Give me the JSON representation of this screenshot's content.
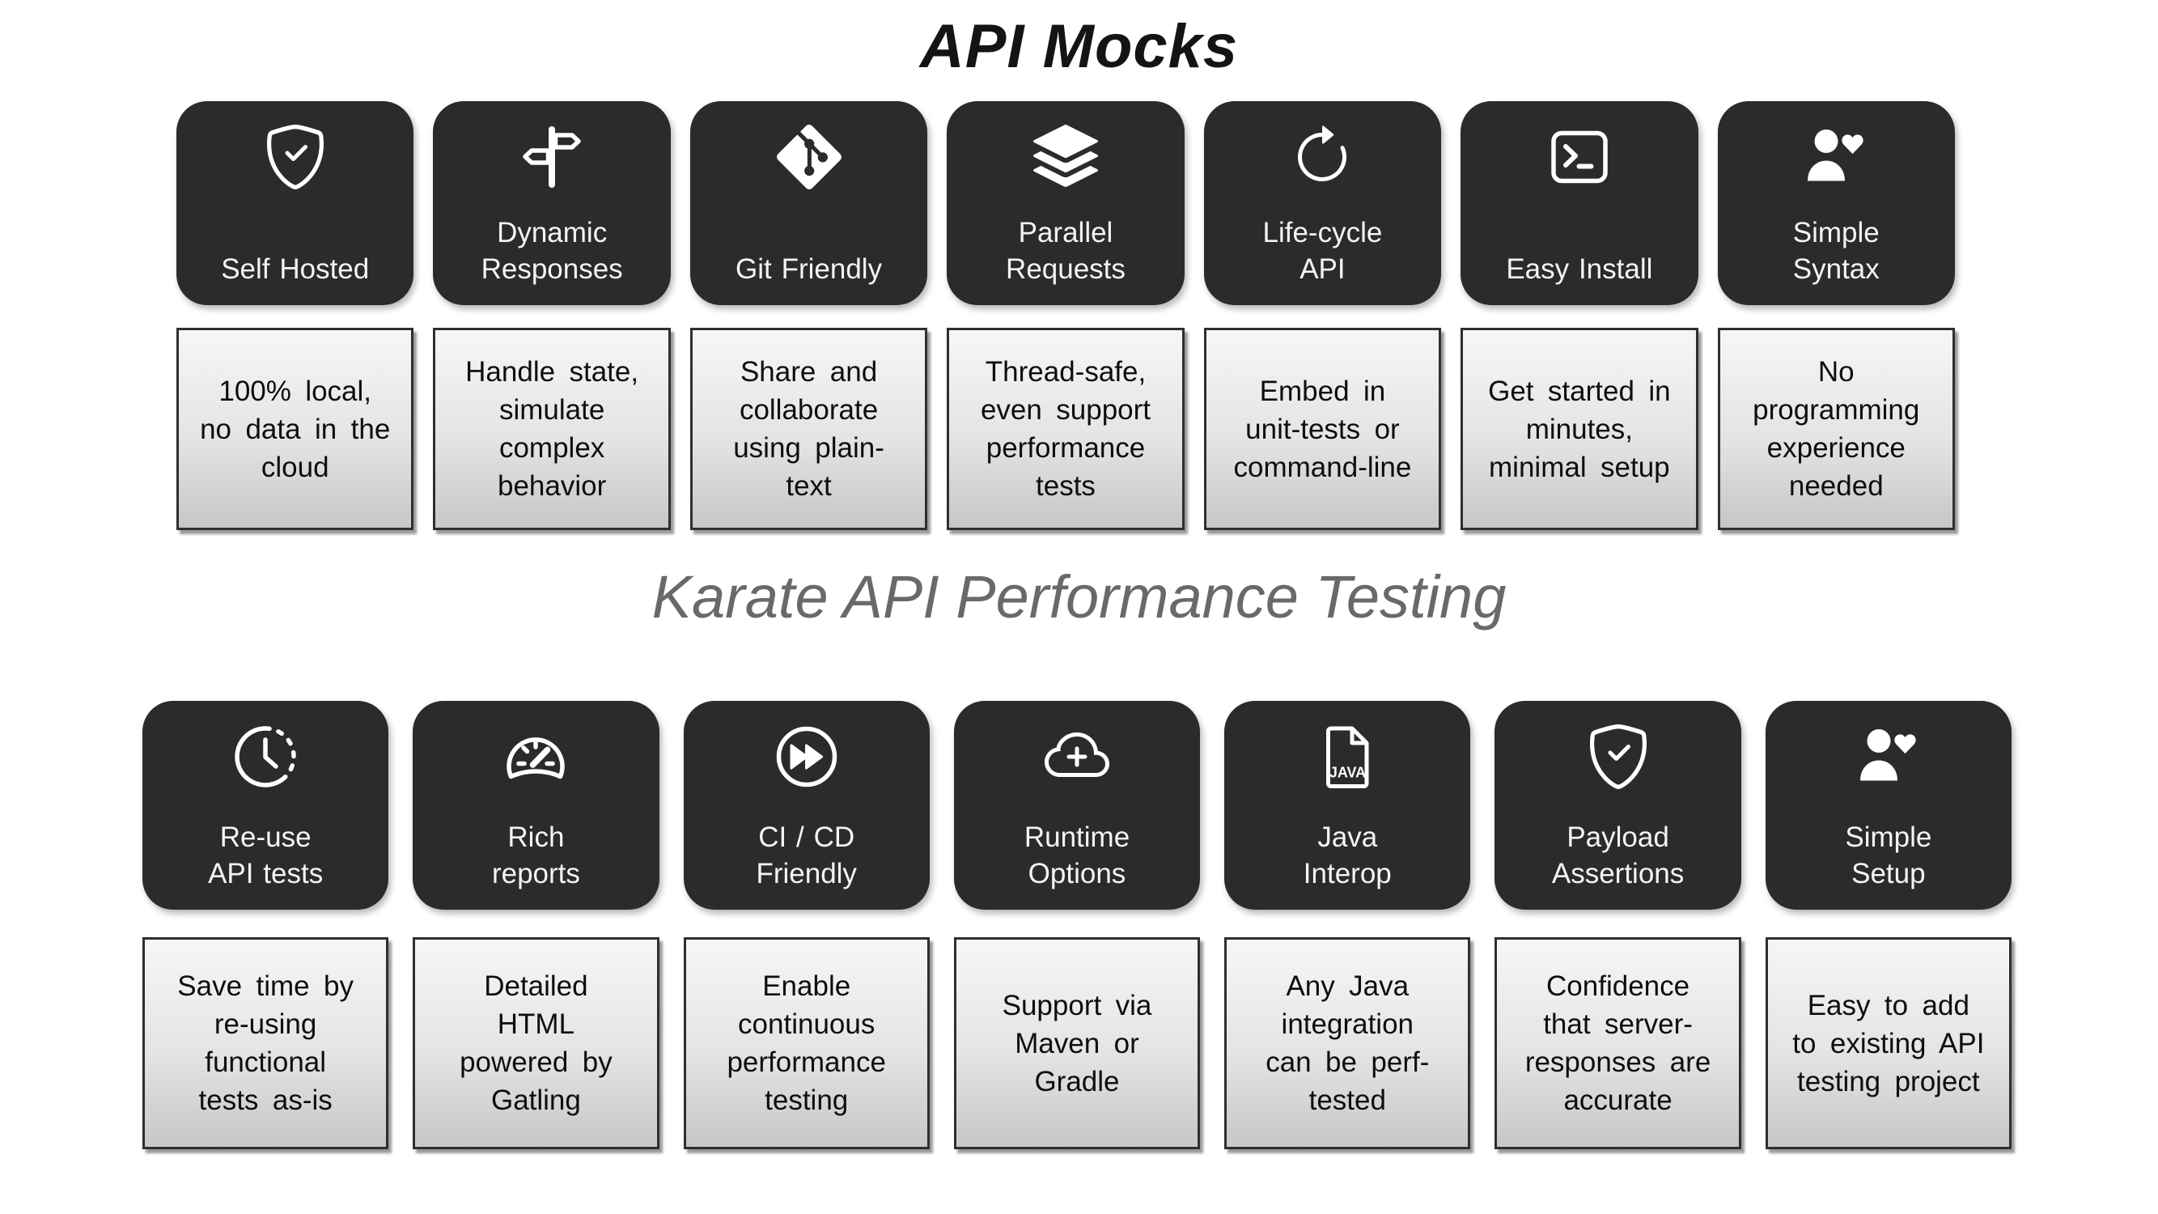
{
  "colors": {
    "card_bg": "#2b2b2b",
    "card_text": "#ffffff",
    "title_color": "#141414",
    "subtitle_color": "#696969",
    "desc_border": "#2f2f2f",
    "desc_text": "#0e0e0e",
    "desc_bg_top": "#f6f6f6",
    "desc_bg_bottom": "#c7c7c7"
  },
  "sections": [
    {
      "title": "API Mocks",
      "features": [
        {
          "icon": "shield-check-icon",
          "label": "Self Hosted",
          "description": "100% local,\nno data in the\ncloud"
        },
        {
          "icon": "signpost-split-icon",
          "label": "Dynamic\nResponses",
          "description": "Handle state,\nsimulate\ncomplex\nbehavior"
        },
        {
          "icon": "git-icon",
          "label": "Git Friendly",
          "description": "Share and\ncollaborate\nusing plain-\ntext"
        },
        {
          "icon": "stack-icon",
          "label": "Parallel\nRequests",
          "description": "Thread-safe,\neven support\nperformance\ntests"
        },
        {
          "icon": "arrow-clockwise-icon",
          "label": "Life-cycle\nAPI",
          "description": "Embed in\nunit-tests or\ncommand-line"
        },
        {
          "icon": "terminal-icon",
          "label": "Easy Install",
          "description": "Get started in\nminutes,\nminimal setup"
        },
        {
          "icon": "person-heart-icon",
          "label": "Simple\nSyntax",
          "description": "No\nprogramming\nexperience\nneeded"
        }
      ]
    },
    {
      "title": "Karate API Performance Testing",
      "features": [
        {
          "icon": "clock-history-icon",
          "label": "Re-use\nAPI tests",
          "description": "Save time by\nre-using\nfunctional\ntests as-is"
        },
        {
          "icon": "speedometer-icon",
          "label": "Rich\nreports",
          "description": "Detailed\nHTML\npowered by\nGatling"
        },
        {
          "icon": "fast-forward-circle-icon",
          "label": "CI / CD\nFriendly",
          "description": "Enable\ncontinuous\nperformance\ntesting"
        },
        {
          "icon": "cloud-plus-icon",
          "label": "Runtime\nOptions",
          "description": "Support via\nMaven or\nGradle"
        },
        {
          "icon": "java-file-icon",
          "label": "Java\nInterop",
          "description": "Any Java\nintegration\ncan be perf-\ntested"
        },
        {
          "icon": "shield-check-icon",
          "label": "Payload\nAssertions",
          "description": "Confidence\nthat server-\nresponses are\naccurate"
        },
        {
          "icon": "person-heart-icon",
          "label": "Simple\nSetup",
          "description": "Easy to add\nto existing API\ntesting project"
        }
      ]
    }
  ]
}
